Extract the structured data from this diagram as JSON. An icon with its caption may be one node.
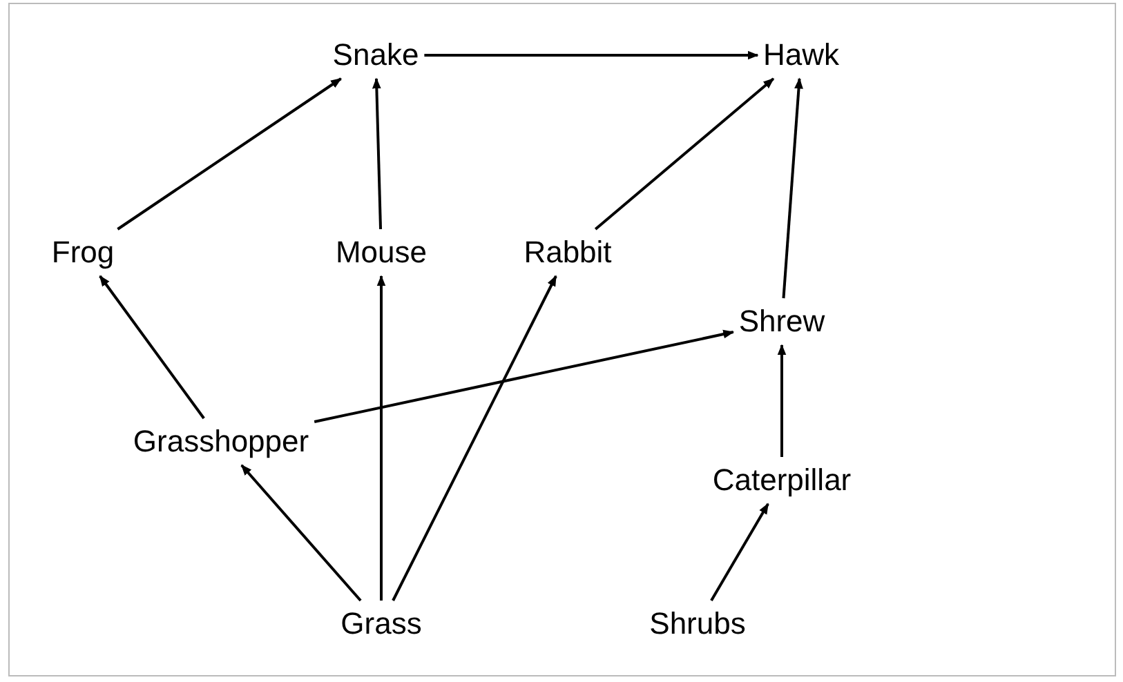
{
  "diagram": {
    "nodes": [
      {
        "text": [
          "Snake"
        ]
      },
      {
        "text": [
          "Hawk"
        ]
      },
      {
        "text": [
          "Frog"
        ]
      },
      {
        "text": [
          "Mouse"
        ]
      },
      {
        "text": [
          "Rabbit"
        ]
      },
      {
        "text": [
          "Shrew"
        ]
      },
      {
        "text": [
          "Grasshopper"
        ]
      },
      {
        "text": [
          "Caterpillar"
        ]
      },
      {
        "text": [
          "Grass"
        ]
      },
      {
        "text": [
          "Shrubs"
        ]
      }
    ],
    "edges": [
      {
        "from": 0,
        "to": 1,
        "arrow": "to"
      },
      {
        "from": 2,
        "to": 0,
        "arrow": "to"
      },
      {
        "from": 3,
        "to": 0,
        "arrow": "to"
      },
      {
        "from": 4,
        "to": 1,
        "arrow": "to"
      },
      {
        "from": 5,
        "to": 1,
        "arrow": "to"
      },
      {
        "from": 6,
        "to": 2,
        "arrow": "to"
      },
      {
        "from": 6,
        "to": 5,
        "arrow": "to"
      },
      {
        "from": 8,
        "to": 6,
        "arrow": "to"
      },
      {
        "from": 8,
        "to": 3,
        "arrow": "to"
      },
      {
        "from": 8,
        "to": 4,
        "arrow": "to"
      },
      {
        "from": 7,
        "to": 5,
        "arrow": "to"
      },
      {
        "from": 9,
        "to": 7,
        "arrow": "to"
      }
    ]
  }
}
